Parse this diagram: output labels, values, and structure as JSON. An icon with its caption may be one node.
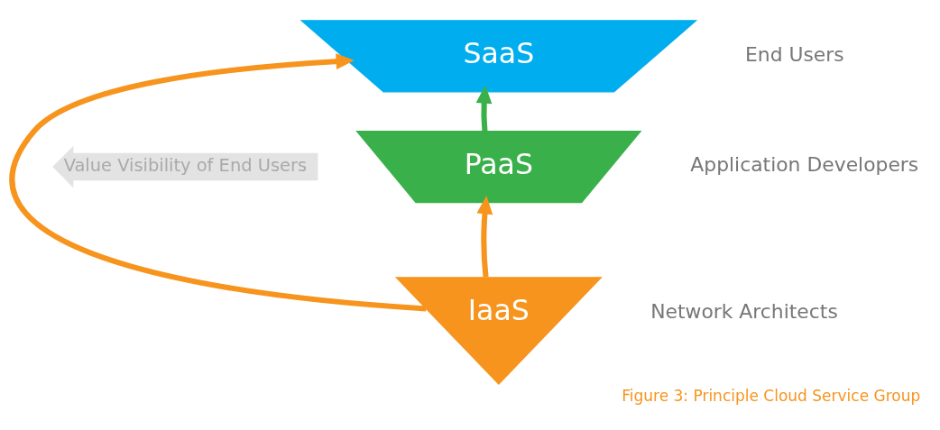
{
  "diagram": {
    "caption": "Figure 3: Principle Cloud Service Group",
    "nodes": [
      {
        "text": [
          "SaaS"
        ],
        "beside": [
          "End Users"
        ]
      },
      {
        "text": [
          "PaaS"
        ],
        "beside": [
          "Application Developers"
        ]
      },
      {
        "text": [
          "IaaS"
        ],
        "beside": [
          "Network Architects"
        ]
      }
    ],
    "edges": [
      {
        "from": 1,
        "to": 0,
        "arrow": "to",
        "color": "#39b04a"
      },
      {
        "from": 2,
        "to": 0,
        "arrow": "to"
      },
      {
        "from": 2,
        "to": 1,
        "arrow": "to"
      }
    ],
    "labels": [
      "Value Visibility of End Users"
    ]
  }
}
